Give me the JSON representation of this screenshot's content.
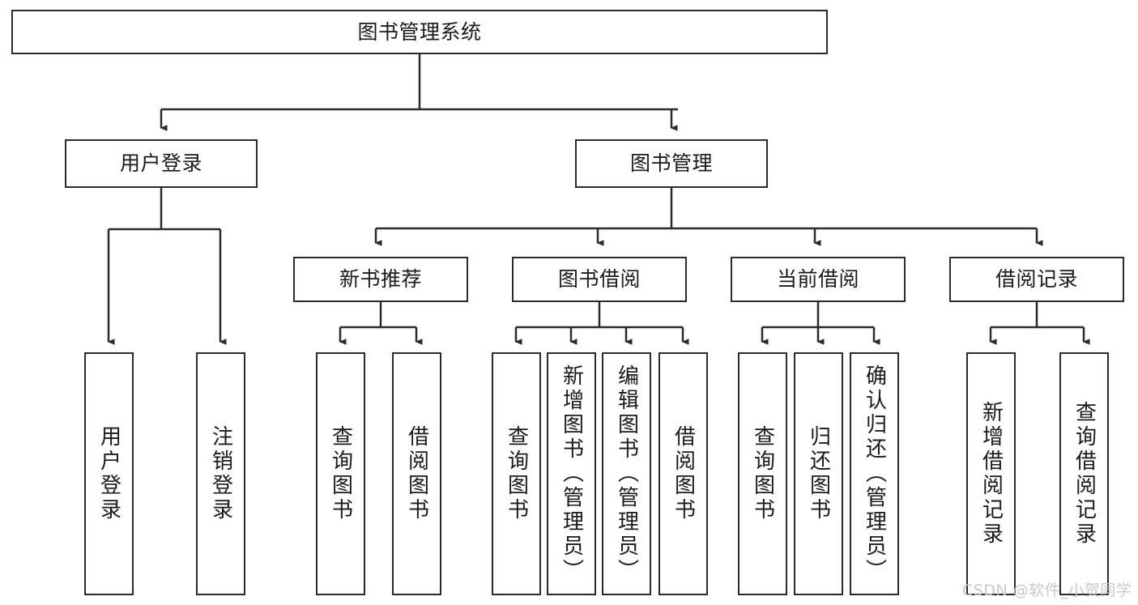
{
  "diagram": {
    "title": "图书管理系统",
    "type": "tree-hierarchy",
    "root": {
      "label": "图书管理系统"
    },
    "level2": [
      {
        "label": "用户登录"
      },
      {
        "label": "图书管理"
      }
    ],
    "level3": [
      {
        "label": "新书推荐"
      },
      {
        "label": "图书借阅"
      },
      {
        "label": "当前借阅"
      },
      {
        "label": "借阅记录"
      }
    ],
    "leaves": {
      "user_login": [
        {
          "label": "用户登录"
        },
        {
          "label": "注销登录"
        }
      ],
      "new_book_recommend": [
        {
          "label": "查询图书"
        },
        {
          "label": "借阅图书"
        }
      ],
      "book_borrow": [
        {
          "label": "查询图书"
        },
        {
          "label": "新增图书（管理员）"
        },
        {
          "label": "编辑图书（管理员）"
        },
        {
          "label": "借阅图书"
        }
      ],
      "current_borrow": [
        {
          "label": "查询图书"
        },
        {
          "label": "归还图书"
        },
        {
          "label": "确认归还（管理员）"
        }
      ],
      "borrow_record": [
        {
          "label": "新增借阅记录"
        },
        {
          "label": "查询借阅记录"
        }
      ]
    }
  },
  "watermark": {
    "text": "CSDN @软件_小贺同学"
  },
  "colors": {
    "stroke": "#2b2b2b",
    "fill": "#ffffff",
    "text": "#1a1a1a",
    "watermark": "#c9c9c9"
  }
}
